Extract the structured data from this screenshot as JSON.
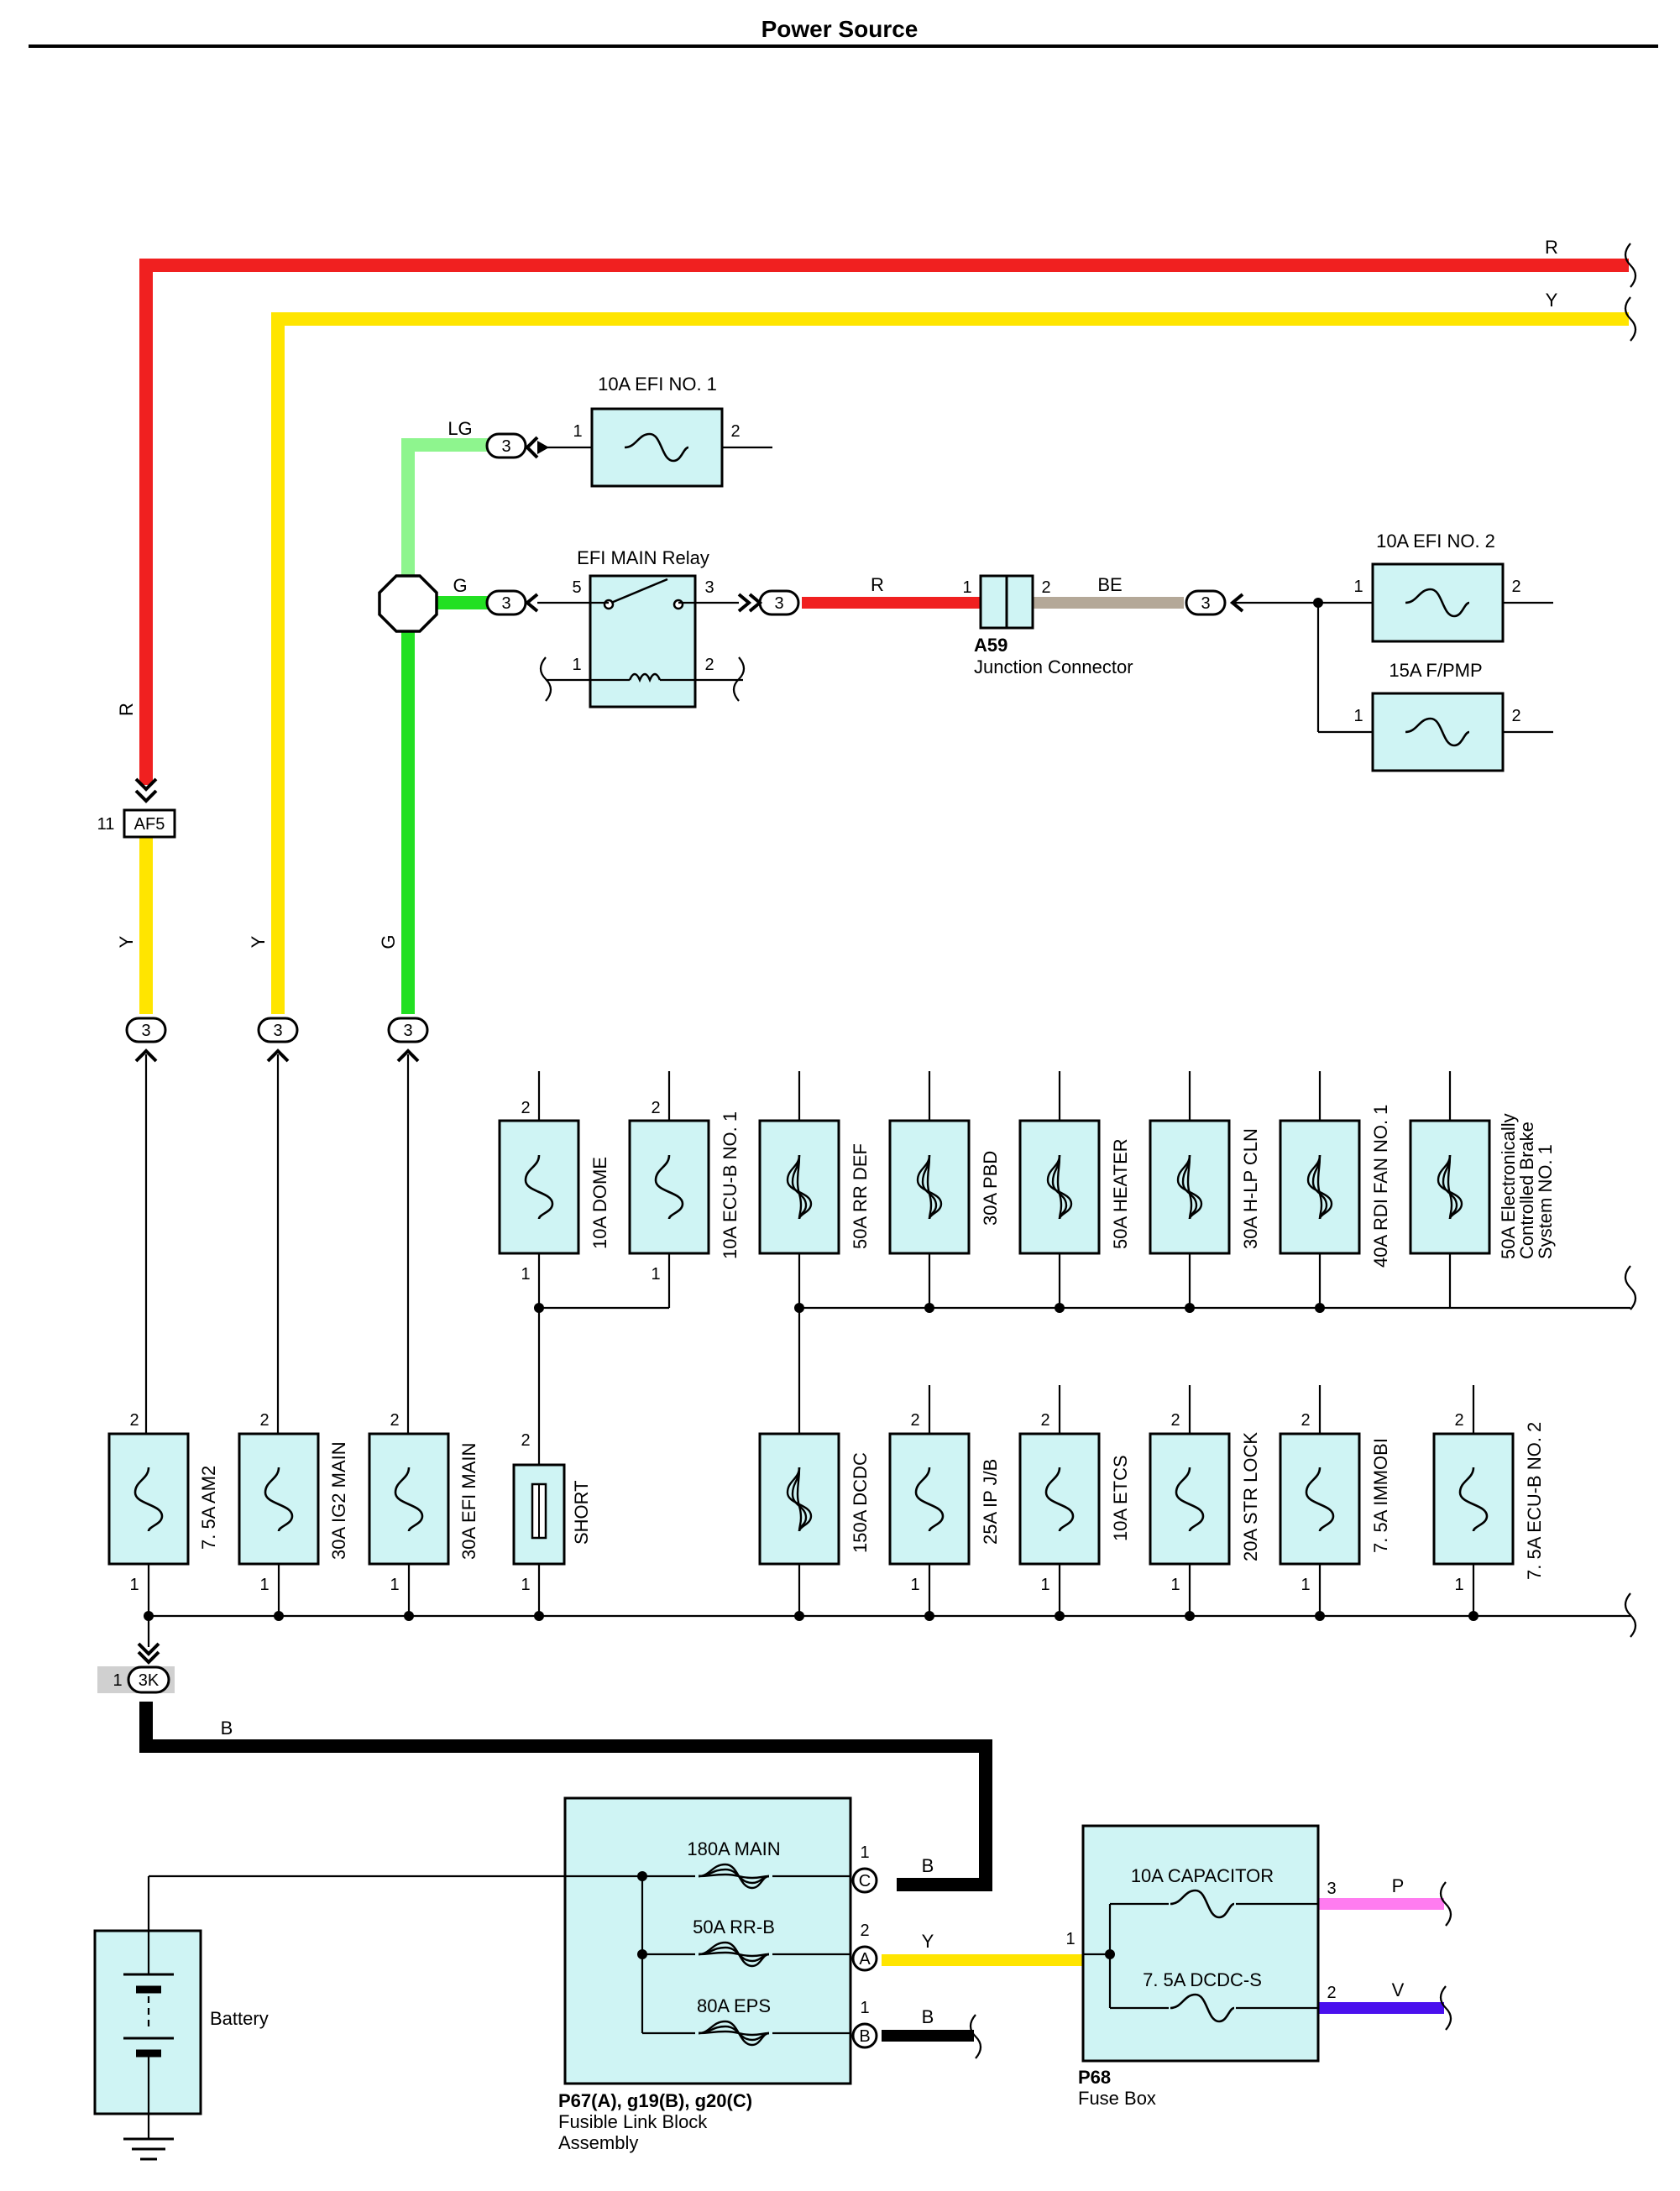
{
  "page_title": "Power Source",
  "wire_colors": {
    "R": "#f02020",
    "Y": "#ffe500",
    "G": "#22e022",
    "LG": "#8ef58e",
    "BE": "#b4a898",
    "B": "#000000",
    "P": "#ff7cf0",
    "V": "#4a10ee"
  },
  "wire_labels": {
    "r_top": "R",
    "y_top": "Y",
    "r_left": "R",
    "y_am2": "Y",
    "y_ig2": "Y",
    "g_efi": "G",
    "lg": "LG",
    "g": "G",
    "r_relay": "R",
    "be": "BE",
    "b_3k": "B",
    "b_c": "B",
    "y_a": "Y",
    "b_b": "B",
    "p": "P",
    "v": "V"
  },
  "connectors": {
    "c3": "3",
    "c3k": "3K",
    "c3k_pin": "1",
    "af5": "AF5",
    "af5_pin": "11",
    "jb_c": "C",
    "jb_a": "A",
    "jb_b": "B"
  },
  "components": {
    "efi1": {
      "label": "10A EFI NO. 1",
      "pin1": "1",
      "pin2": "2"
    },
    "relay": {
      "label": "EFI MAIN Relay",
      "p5": "5",
      "p3": "3",
      "p1": "1",
      "p2": "2"
    },
    "a59": {
      "code": "A59",
      "name": "Junction Connector",
      "pin1": "1",
      "pin2": "2"
    },
    "efi2": {
      "label": "10A EFI NO. 2",
      "pin1": "1",
      "pin2": "2"
    },
    "fpmp": {
      "label": "15A F/PMP",
      "pin1": "1",
      "pin2": "2"
    },
    "upper_fuses": [
      {
        "label": "10A DOME",
        "top": "2",
        "bottom": "1"
      },
      {
        "label": "10A ECU-B NO. 1",
        "top": "2",
        "bottom": "1"
      },
      {
        "label": "50A RR DEF"
      },
      {
        "label": "30A PBD"
      },
      {
        "label": "50A HEATER"
      },
      {
        "label": "30A H-LP CLN"
      },
      {
        "label": "40A RDI FAN NO. 1"
      },
      {
        "label1": "50A Electronically",
        "label2": "Controlled Brake",
        "label3": "System NO. 1"
      }
    ],
    "lower_fuses": [
      {
        "label": "7. 5A AM2",
        "top": "2",
        "bottom": "1"
      },
      {
        "label": "30A IG2 MAIN",
        "top": "2",
        "bottom": "1"
      },
      {
        "label": "30A EFI MAIN",
        "top": "2",
        "bottom": "1"
      },
      {
        "label": "SHORT",
        "top": "2",
        "bottom": "1"
      },
      {
        "label": "150A DCDC"
      },
      {
        "label": "25A IP J/B",
        "top": "2",
        "bottom": "1"
      },
      {
        "label": "10A ETCS",
        "top": "2",
        "bottom": "1"
      },
      {
        "label": "20A STR LOCK",
        "top": "2",
        "bottom": "1"
      },
      {
        "label": "7. 5A IMMOBI",
        "top": "2",
        "bottom": "1"
      },
      {
        "label": "7. 5A ECU-B NO. 2",
        "top": "2",
        "bottom": "1"
      }
    ],
    "fusible_block": {
      "f1": "180A MAIN",
      "f2": "50A RR-B",
      "f3": "80A EPS",
      "pin_c": "1",
      "pin_a": "2",
      "pin_b": "1",
      "code": "P67(A), g19(B), g20(C)",
      "name1": "Fusible Link Block",
      "name2": "Assembly"
    },
    "fuse_box": {
      "f1": "10A CAPACITOR",
      "f2": "7. 5A DCDC-S",
      "pin_in": "1",
      "pin3": "3",
      "pin2": "2",
      "code": "P68",
      "name": "Fuse Box"
    },
    "battery": {
      "label": "Battery"
    }
  }
}
